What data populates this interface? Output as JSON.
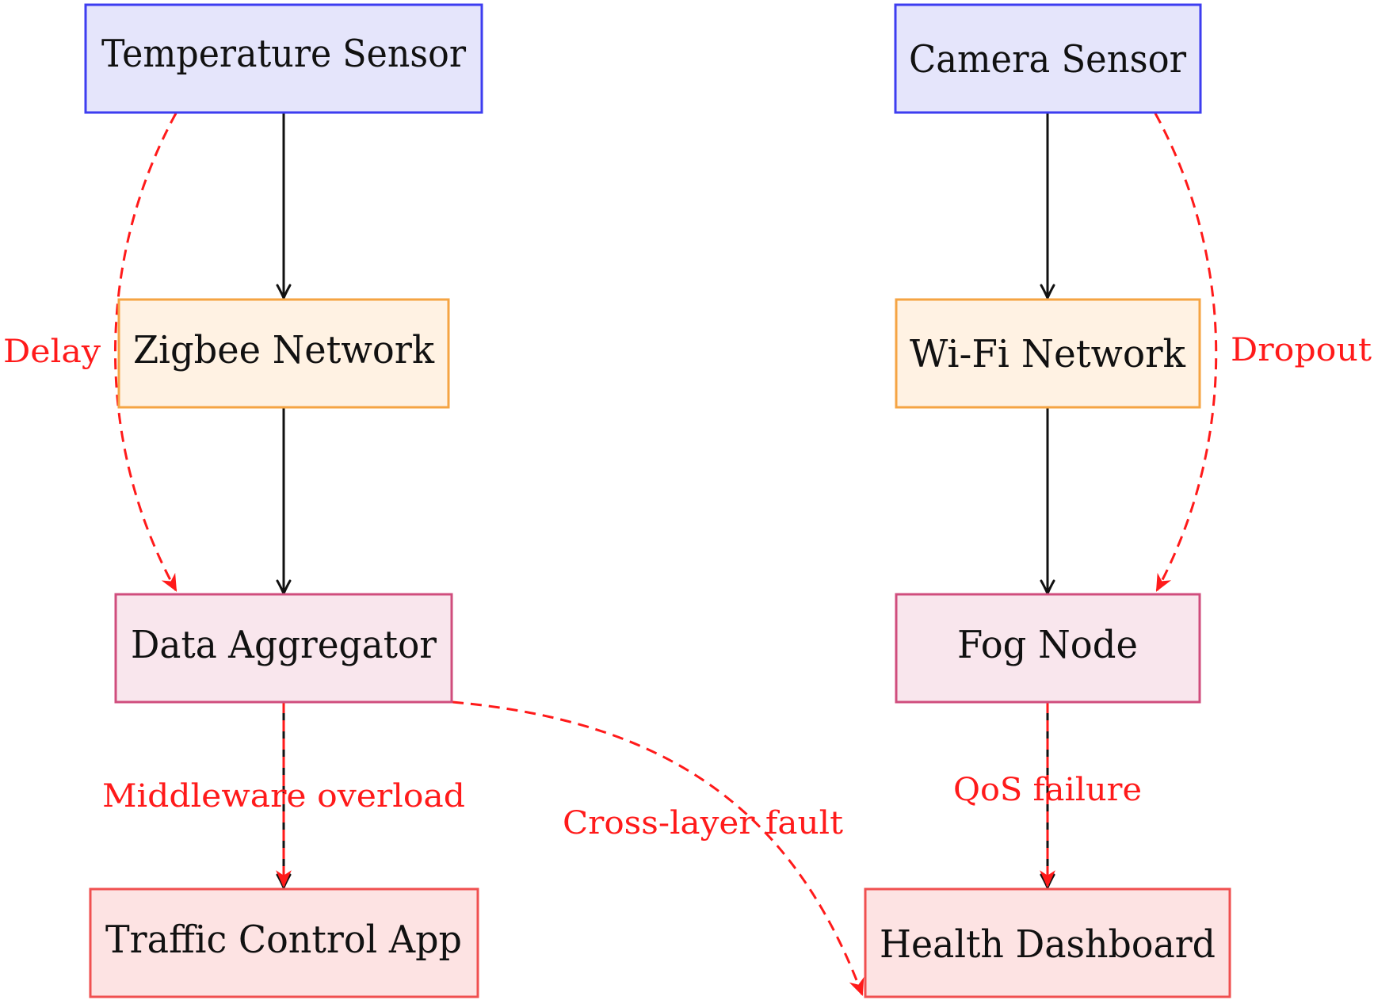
{
  "nodes": {
    "temperature_sensor": {
      "label": "Temperature Sensor",
      "fill": "#e5e5fb",
      "stroke": "#3d3df0"
    },
    "camera_sensor": {
      "label": "Camera Sensor",
      "fill": "#e5e5fb",
      "stroke": "#3d3df0"
    },
    "zigbee_network": {
      "label": "Zigbee Network",
      "fill": "#fff2e3",
      "stroke": "#f5a443"
    },
    "wifi_network": {
      "label": "Wi-Fi Network",
      "fill": "#fff2e3",
      "stroke": "#f5a443"
    },
    "data_aggregator": {
      "label": "Data Aggregator",
      "fill": "#f9e6ed",
      "stroke": "#d04d7d"
    },
    "fog_node": {
      "label": "Fog Node",
      "fill": "#f9e6ed",
      "stroke": "#d04d7d"
    },
    "traffic_control_app": {
      "label": "Traffic Control App",
      "fill": "#fde3e3",
      "stroke": "#f05050"
    },
    "health_dashboard": {
      "label": "Health Dashboard",
      "fill": "#fde3e3",
      "stroke": "#f05050"
    }
  },
  "edges": [
    {
      "from": "temperature_sensor",
      "to": "zigbee_network"
    },
    {
      "from": "zigbee_network",
      "to": "data_aggregator"
    },
    {
      "from": "data_aggregator",
      "to": "traffic_control_app"
    },
    {
      "from": "camera_sensor",
      "to": "wifi_network"
    },
    {
      "from": "wifi_network",
      "to": "fog_node"
    },
    {
      "from": "fog_node",
      "to": "health_dashboard"
    }
  ],
  "faults": {
    "delay": {
      "label": "Delay",
      "from": "temperature_sensor",
      "to": "data_aggregator"
    },
    "dropout": {
      "label": "Dropout",
      "from": "camera_sensor",
      "to": "fog_node"
    },
    "middleware_overload": {
      "label": "Middleware overload",
      "from": "data_aggregator",
      "to": "traffic_control_app"
    },
    "qos_failure": {
      "label": "QoS failure",
      "from": "fog_node",
      "to": "health_dashboard"
    },
    "cross_layer_fault": {
      "label": "Cross-layer fault",
      "from": "data_aggregator",
      "to": "health_dashboard"
    }
  },
  "colors": {
    "edge": "#111111",
    "fault": "#ff1a1a"
  }
}
